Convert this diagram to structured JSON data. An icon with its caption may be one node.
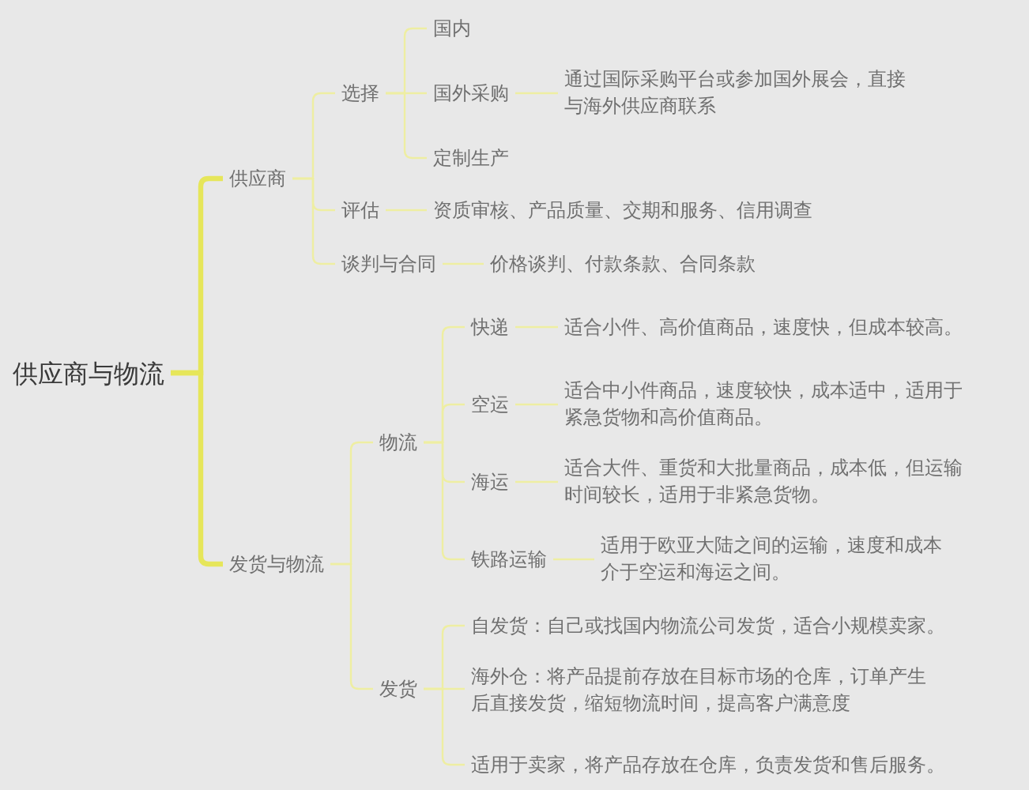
{
  "diagram": {
    "nodes": [
      {
        "text": [
          "供应商与物流"
        ]
      },
      {
        "text": [
          "供应商"
        ]
      },
      {
        "text": [
          "选择"
        ]
      },
      {
        "text": [
          "国内"
        ]
      },
      {
        "text": [
          "国外采购"
        ]
      },
      {
        "text": [
          "通过国际采购平台或参加国外展会，直接与海外供应商联系"
        ]
      },
      {
        "text": [
          "定制生产"
        ]
      },
      {
        "text": [
          "评估"
        ]
      },
      {
        "text": [
          "资质审核、产品质量、交期和服务、信用调查"
        ]
      },
      {
        "text": [
          "谈判与合同"
        ]
      },
      {
        "text": [
          "价格谈判、付款条款、合同条款"
        ]
      },
      {
        "text": [
          "发货与物流"
        ]
      },
      {
        "text": [
          "物流"
        ]
      },
      {
        "text": [
          "快递"
        ]
      },
      {
        "text": [
          "适合小件、高价值商品，速度快，但成本较高。"
        ]
      },
      {
        "text": [
          "空运"
        ]
      },
      {
        "text": [
          "适合中小件商品，速度较快，成本适中，适用于紧急货物和高价值商品。"
        ]
      },
      {
        "text": [
          "海运"
        ]
      },
      {
        "text": [
          "适合大件、重货和大批量商品，成本低，但运输时间较长，适用于非紧急货物。"
        ]
      },
      {
        "text": [
          "铁路运输"
        ]
      },
      {
        "text": [
          "适用于欧亚大陆之间的运输，速度和成本介于空运和海运之间。"
        ]
      },
      {
        "text": [
          "发货"
        ]
      },
      {
        "text": [
          "自发货：自己或找国内物流公司发货，适合小规模卖家。"
        ]
      },
      {
        "text": [
          "海外仓：将产品提前存放在目标市场的仓库，订单产生后直接发货，缩短物流时间，提高客户满意度"
        ]
      },
      {
        "text": [
          "适用于卖家，将产品存放在仓库，负责发货和售后服务。"
        ]
      }
    ],
    "edges": [
      {
        "from": 0,
        "to": 1,
        "arrow": "none",
        "style": "thick",
        "color": "#e6e65a"
      },
      {
        "from": 0,
        "to": 11,
        "arrow": "none",
        "style": "thick",
        "color": "#e6e65a"
      },
      {
        "from": 1,
        "to": 2,
        "arrow": "none"
      },
      {
        "from": 1,
        "to": 7,
        "arrow": "none"
      },
      {
        "from": 1,
        "to": 9,
        "arrow": "none"
      },
      {
        "from": 2,
        "to": 3,
        "arrow": "none"
      },
      {
        "from": 2,
        "to": 4,
        "arrow": "none"
      },
      {
        "from": 2,
        "to": 6,
        "arrow": "none"
      },
      {
        "from": 4,
        "to": 5,
        "arrow": "none"
      },
      {
        "from": 7,
        "to": 8,
        "arrow": "none"
      },
      {
        "from": 9,
        "to": 10,
        "arrow": "none"
      },
      {
        "from": 11,
        "to": 12,
        "arrow": "none"
      },
      {
        "from": 11,
        "to": 21,
        "arrow": "none"
      },
      {
        "from": 12,
        "to": 13,
        "arrow": "none"
      },
      {
        "from": 12,
        "to": 15,
        "arrow": "none"
      },
      {
        "from": 12,
        "to": 17,
        "arrow": "none"
      },
      {
        "from": 12,
        "to": 19,
        "arrow": "none"
      },
      {
        "from": 13,
        "to": 14,
        "arrow": "none"
      },
      {
        "from": 15,
        "to": 16,
        "arrow": "none"
      },
      {
        "from": 17,
        "to": 18,
        "arrow": "none"
      },
      {
        "from": 19,
        "to": 20,
        "arrow": "none"
      },
      {
        "from": 21,
        "to": 22,
        "arrow": "none"
      },
      {
        "from": 21,
        "to": 23,
        "arrow": "none"
      },
      {
        "from": 21,
        "to": 24,
        "arrow": "none"
      }
    ]
  }
}
